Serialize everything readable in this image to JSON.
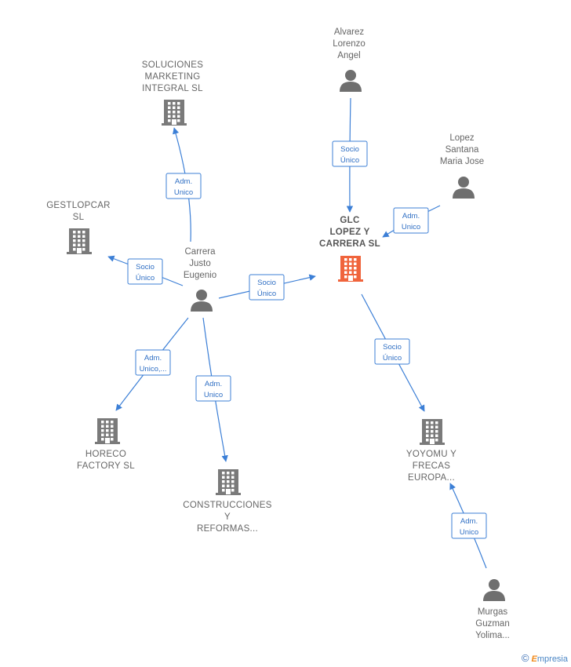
{
  "nodes": [
    {
      "id": "soluciones",
      "kind": "company",
      "lines": [
        "SOLUCIONES",
        "MARKETING",
        "INTEGRAL  SL"
      ]
    },
    {
      "id": "gestlopcar",
      "kind": "company",
      "lines": [
        "GESTLOPCAR",
        "SL"
      ]
    },
    {
      "id": "carrera",
      "kind": "person",
      "lines": [
        "Carrera",
        "Justo",
        "Eugenio"
      ]
    },
    {
      "id": "alvarez",
      "kind": "person",
      "lines": [
        "Alvarez",
        "Lorenzo",
        "Angel"
      ]
    },
    {
      "id": "lopez",
      "kind": "person",
      "lines": [
        "Lopez",
        "Santana",
        "Maria Jose"
      ]
    },
    {
      "id": "glc",
      "kind": "company-focus",
      "lines": [
        "GLC",
        "LOPEZ Y",
        "CARRERA  SL"
      ]
    },
    {
      "id": "horeco",
      "kind": "company",
      "lines": [
        "HORECO",
        "FACTORY SL"
      ]
    },
    {
      "id": "construcciones",
      "kind": "company",
      "lines": [
        "CONSTRUCCIONES",
        "Y",
        "REFORMAS..."
      ]
    },
    {
      "id": "yoyomu",
      "kind": "company",
      "lines": [
        "YOYOMU Y",
        "FRECAS",
        "EUROPA..."
      ]
    },
    {
      "id": "murgas",
      "kind": "person",
      "lines": [
        "Murgas",
        "Guzman",
        "Yolima..."
      ]
    }
  ],
  "edges": [
    {
      "from": "carrera",
      "to": "soluciones",
      "lines": [
        "Adm.",
        "Unico"
      ]
    },
    {
      "from": "carrera",
      "to": "gestlopcar",
      "lines": [
        "Socio",
        "Único"
      ]
    },
    {
      "from": "carrera",
      "to": "glc",
      "lines": [
        "Socio",
        "Único"
      ]
    },
    {
      "from": "carrera",
      "to": "horeco",
      "lines": [
        "Adm.",
        "Unico,..."
      ]
    },
    {
      "from": "carrera",
      "to": "construcciones",
      "lines": [
        "Adm.",
        "Unico"
      ]
    },
    {
      "from": "alvarez",
      "to": "glc",
      "lines": [
        "Socio",
        "Único"
      ]
    },
    {
      "from": "lopez",
      "to": "glc",
      "lines": [
        "Adm.",
        "Unico"
      ]
    },
    {
      "from": "glc",
      "to": "yoyomu",
      "lines": [
        "Socio",
        "Único"
      ]
    },
    {
      "from": "murgas",
      "to": "yoyomu",
      "lines": [
        "Adm.",
        "Unico"
      ]
    }
  ],
  "colors": {
    "edge": "#3c7fd6",
    "company": "#7a7a7a",
    "focus": "#f0643c",
    "person": "#6f6f6f"
  },
  "logo": {
    "copyright": "©",
    "initial": "E",
    "rest": "mpresia"
  }
}
